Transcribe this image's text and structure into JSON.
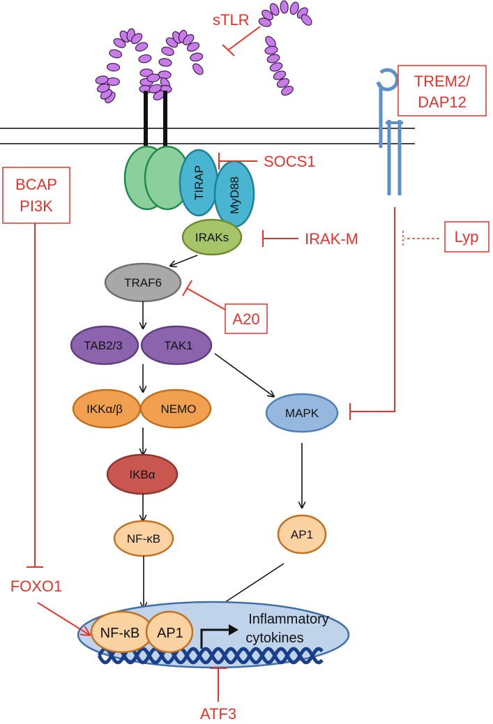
{
  "colors": {
    "inhibitor": "#e8312a",
    "green": "#8bcf9c",
    "green_stroke": "#1c8b4a",
    "teal": "#49b5d0",
    "teal_stroke": "#1f7f99",
    "olive": "#a6c468",
    "olive_stroke": "#6e8a33",
    "gray": "#a8a8a8",
    "gray_stroke": "#6f6f6f",
    "purple": "#8b64ad",
    "purple_stroke": "#5f3f7f",
    "orange": "#f1a04f",
    "orange_stroke": "#c3701f",
    "red": "#c9574f",
    "red_stroke": "#8f3530",
    "pale_orange": "#fbd3a3",
    "blue_node": "#96b8df",
    "blue_stroke": "#4f7fb5",
    "nucleus": "#bfd4eb",
    "nucleus_stroke": "#3f6fa6",
    "receptor_blue": "#5b91c8",
    "tlr_purple": "#c87ce8",
    "dna": "#1a3f8a"
  },
  "inhibitors": {
    "stlr": "sTLR",
    "trem2_line1": "TREM2/",
    "trem2_line2": "DAP12",
    "socs1": "SOCS1",
    "bcap_line1": "BCAP",
    "bcap_line2": "PI3K",
    "irakm": "IRAK-M",
    "lyp": "Lyp",
    "a20": "A20",
    "foxo1": "FOXO1",
    "atf3": "ATF3"
  },
  "nodes": {
    "tirap": "TIRAP",
    "myd88": "MyD88",
    "iraks": "IRAKs",
    "traf6": "TRAF6",
    "tab23": "TAB2/3",
    "tak1": "TAK1",
    "ikk": "IKKα/β",
    "nemo": "NEMO",
    "ikba": "IKBα",
    "nfkb": "NF-κB",
    "mapk": "MAPK",
    "ap1": "AP1",
    "nuc_nfkb": "NF-κB",
    "nuc_ap1": "AP1",
    "cytokines_line1": "Inflammatory",
    "cytokines_line2": "cytokines"
  }
}
